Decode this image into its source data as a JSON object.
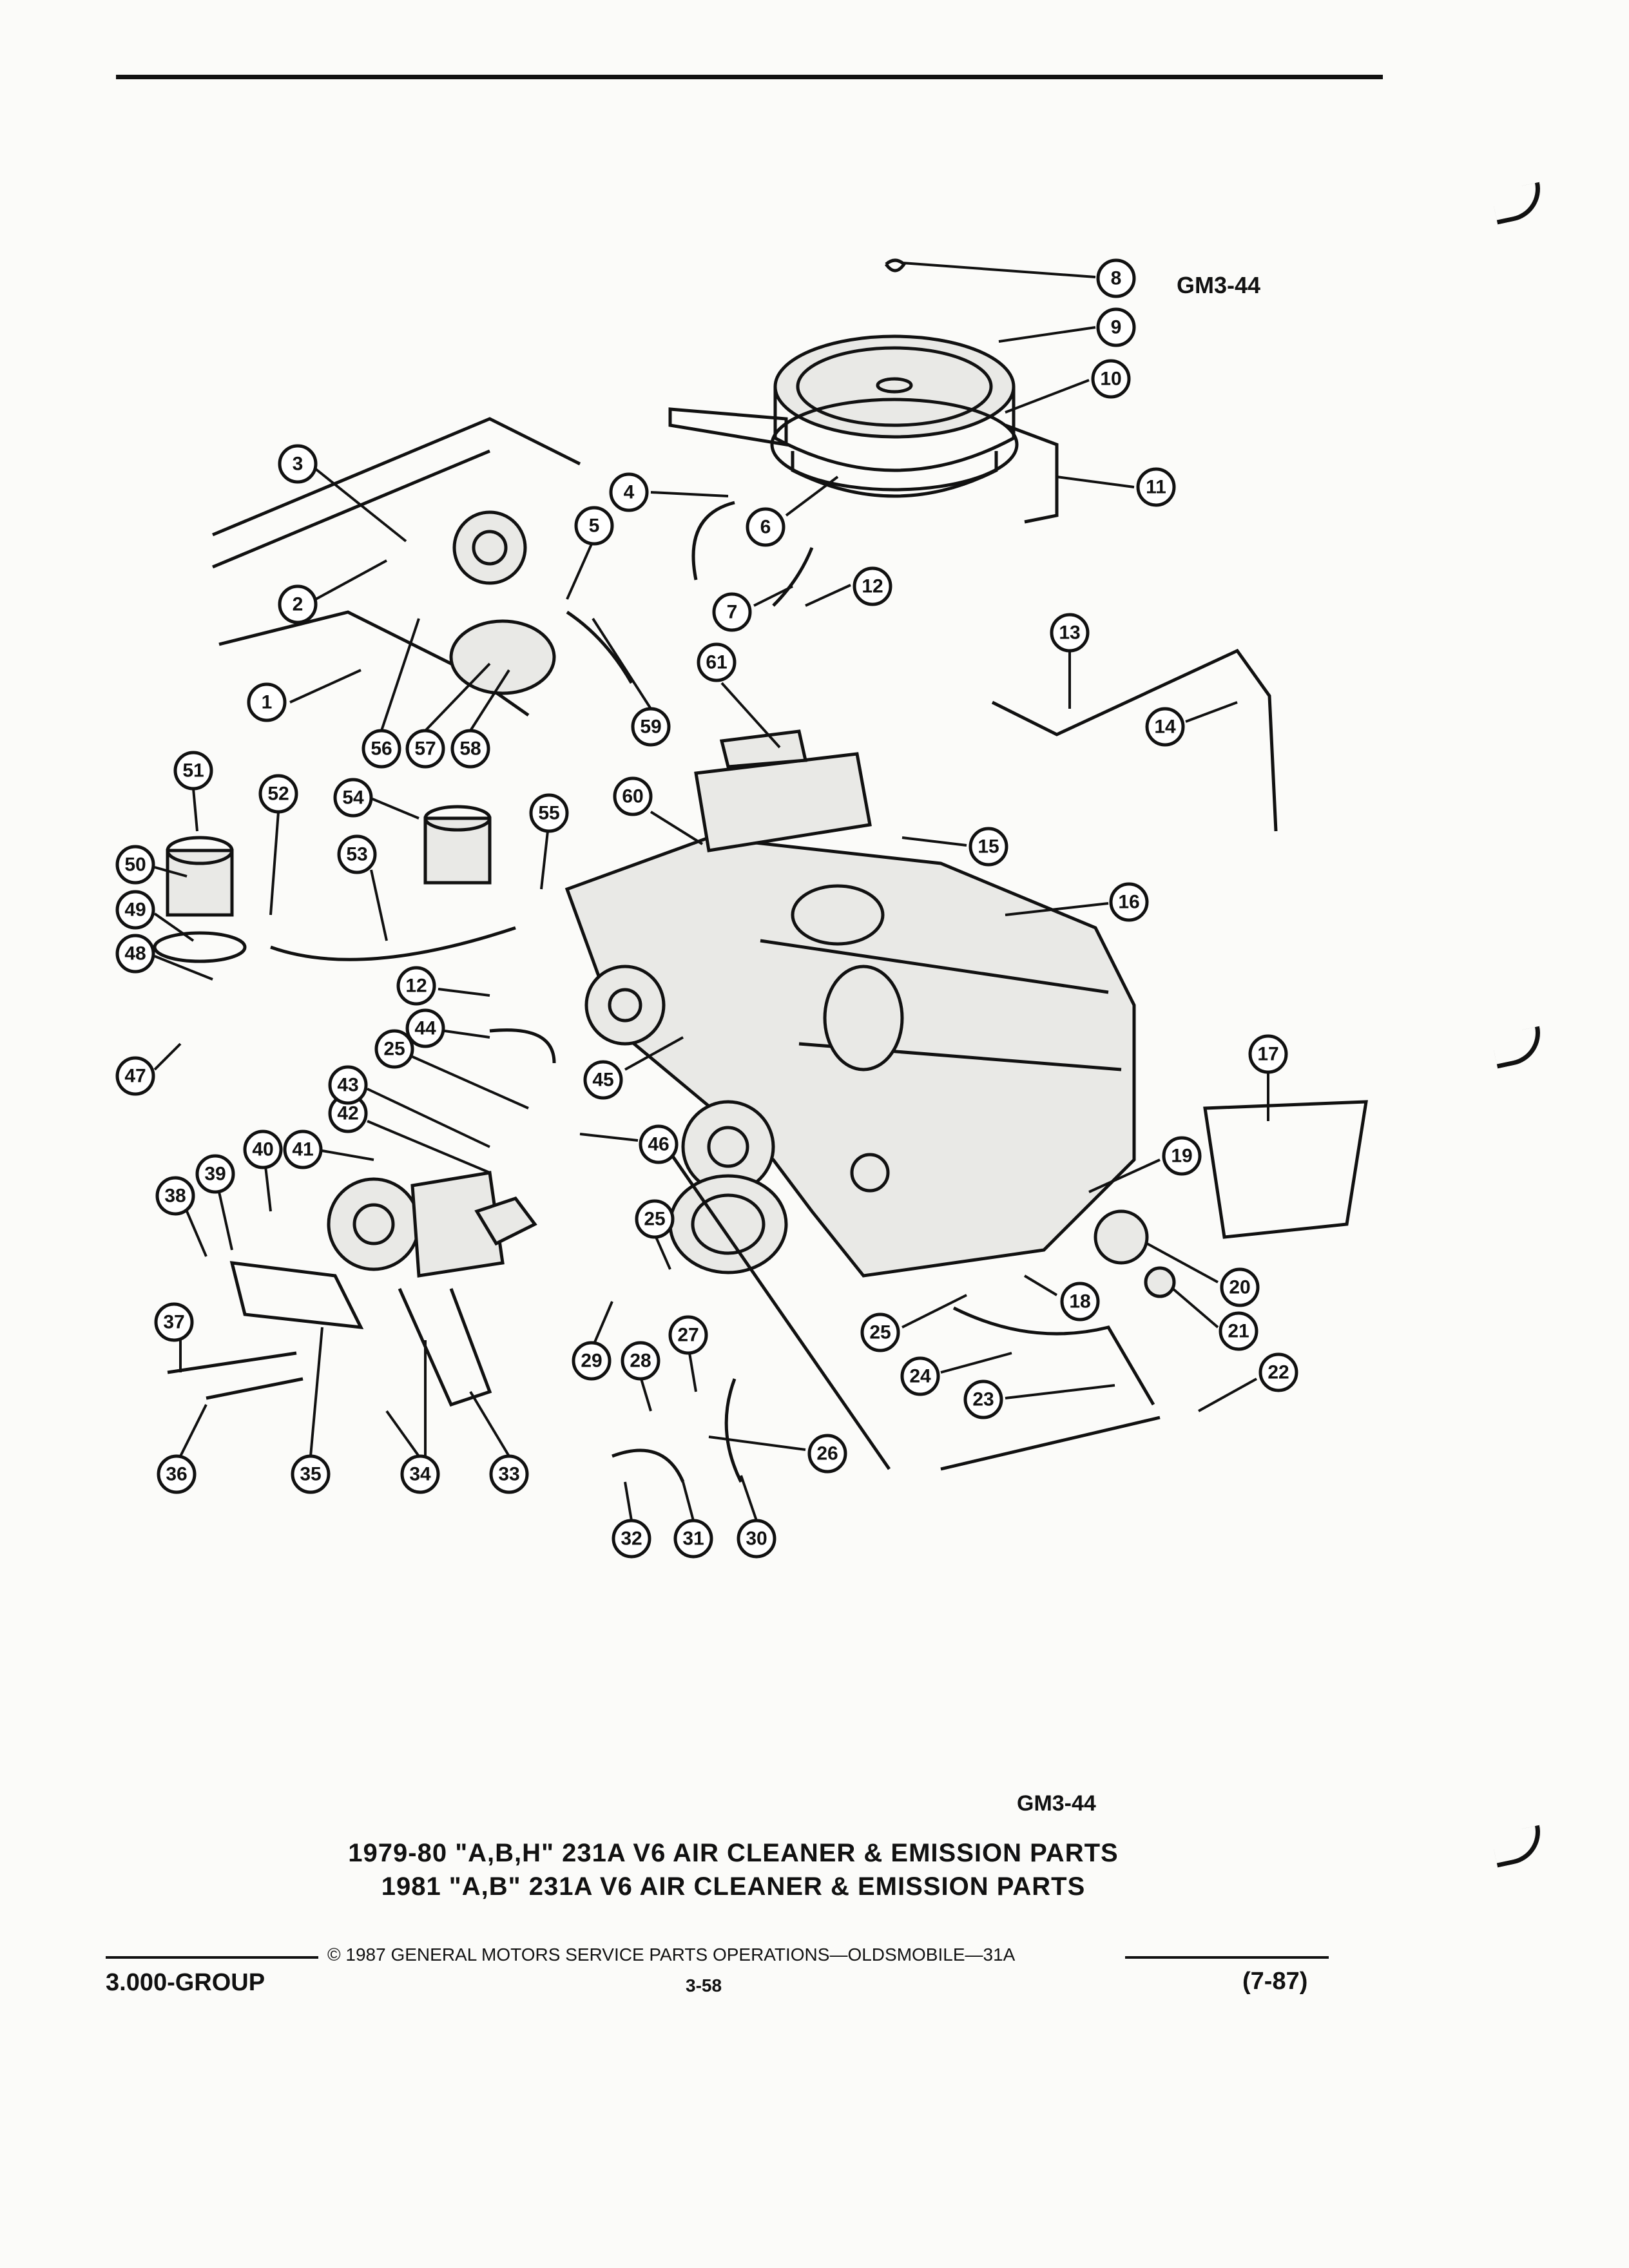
{
  "figure_code_top": "GM3-44",
  "figure_code_bottom": "GM3-44",
  "title_line1": "1979-80 \"A,B,H\" 231A V6 AIR CLEANER & EMISSION PARTS",
  "title_line2": "1981 \"A,B\" 231A V6 AIR CLEANER & EMISSION PARTS",
  "copyright": "© 1987 GENERAL MOTORS SERVICE PARTS OPERATIONS—OLDSMOBILE—31A",
  "group": "3.000-GROUP",
  "page_number": "3-58",
  "revision_date": "(7-87)",
  "callouts": [
    "1",
    "2",
    "3",
    "4",
    "5",
    "6",
    "7",
    "8",
    "9",
    "10",
    "11",
    "12",
    "12",
    "13",
    "14",
    "15",
    "16",
    "17",
    "18",
    "19",
    "20",
    "21",
    "22",
    "23",
    "24",
    "25",
    "25",
    "25",
    "26",
    "27",
    "28",
    "29",
    "30",
    "31",
    "32",
    "33",
    "34",
    "35",
    "36",
    "37",
    "38",
    "39",
    "40",
    "41",
    "42",
    "43",
    "44",
    "45",
    "46",
    "47",
    "48",
    "49",
    "50",
    "51",
    "52",
    "53",
    "54",
    "55",
    "56",
    "57",
    "58",
    "59",
    "60",
    "61"
  ]
}
